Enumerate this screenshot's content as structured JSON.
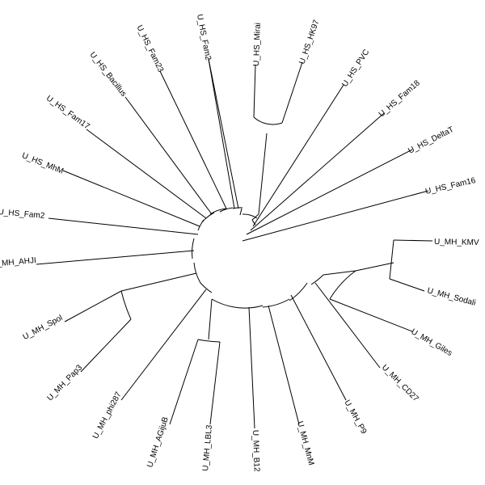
{
  "tree": {
    "leaves": [
      {
        "label": "U_HS_Fam16"
      },
      {
        "label": "U_HS_DeltaT"
      },
      {
        "label": "U_HS_Fam18"
      },
      {
        "label": "U_HS_PVC"
      },
      {
        "label": "U_HS_HK97"
      },
      {
        "label": "U_HS_Mirai"
      },
      {
        "label": "U_HS_Fam2"
      },
      {
        "label": "U_HS_Fam23"
      },
      {
        "label": "U_HS_Bacillus"
      },
      {
        "label": "U_HS_Fam17"
      },
      {
        "label": "U_HS_MhM"
      },
      {
        "label": "U_HS_Fam2"
      },
      {
        "label": "U_MH_AHJI"
      },
      {
        "label": "U_MH_Spol"
      },
      {
        "label": "U_MH_Pap3"
      },
      {
        "label": "U_MH_phi287"
      },
      {
        "label": "U_MH_AGijuB"
      },
      {
        "label": "U_MH_LBL3"
      },
      {
        "label": "U_MH_B12"
      },
      {
        "label": "U_MH_MnM"
      },
      {
        "label": "U_MH_P9"
      },
      {
        "label": "U_MH_CD27"
      },
      {
        "label": "U_MH_Giles"
      },
      {
        "label": "U_MH_Sodali"
      },
      {
        "label": "U_MH_KMV"
      }
    ]
  }
}
